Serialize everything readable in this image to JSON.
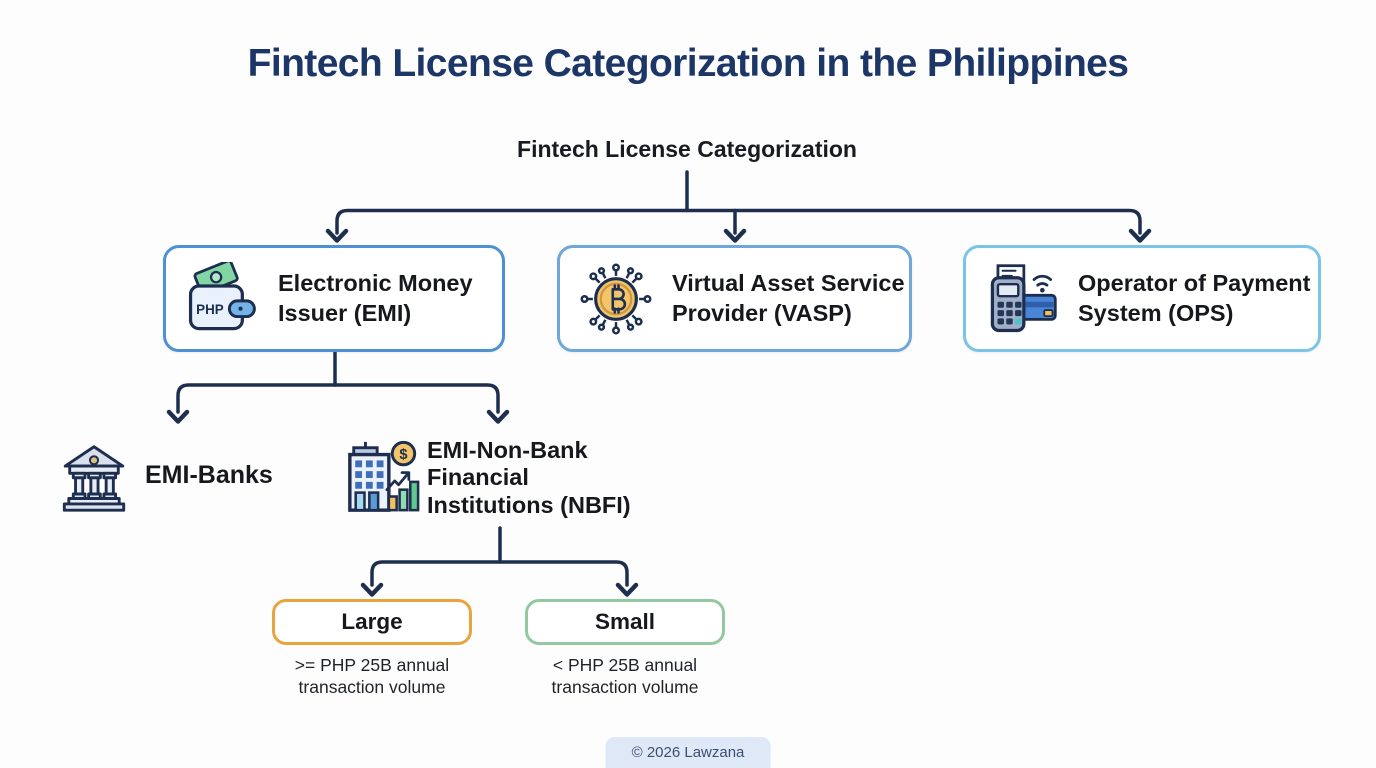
{
  "title": "Fintech License Categorization in the Philippines",
  "diagram": {
    "root_label": "Fintech License Categorization",
    "categories": [
      {
        "id": "emi",
        "label": "Electronic Money\nIssuer (EMI)",
        "icon": "php-wallet-icon",
        "border_color": "#4f90d2"
      },
      {
        "id": "vasp",
        "label": "Virtual Asset Service\nProvider (VASP)",
        "icon": "bitcoin-network-icon",
        "border_color": "#6fa7db"
      },
      {
        "id": "ops",
        "label": "Operator of Payment\nSystem (OPS)",
        "icon": "pos-terminal-icon",
        "border_color": "#7cc4e6"
      }
    ],
    "emi_children": [
      {
        "id": "emi-banks",
        "label": "EMI-Banks",
        "icon": "bank-icon"
      },
      {
        "id": "emi-nbfi",
        "label": "EMI-Non-Bank\nFinancial\nInstitutions (NBFI)",
        "icon": "office-building-chart-icon"
      }
    ],
    "nbfi_tiers": [
      {
        "id": "large",
        "label": "Large",
        "border_color": "#e8a43f",
        "description": ">= PHP 25B annual\ntransaction volume"
      },
      {
        "id": "small",
        "label": "Small",
        "border_color": "#93c9a0",
        "description": "< PHP 25B annual\ntransaction volume"
      }
    ]
  },
  "footer": {
    "text": "© 2026 Lawzana",
    "background_color": "#dfe8f7"
  },
  "colors": {
    "title_text": "#1d3668",
    "connector_line": "#1d2e4f",
    "node_text": "#16181d",
    "background": "#fdfdfd"
  }
}
